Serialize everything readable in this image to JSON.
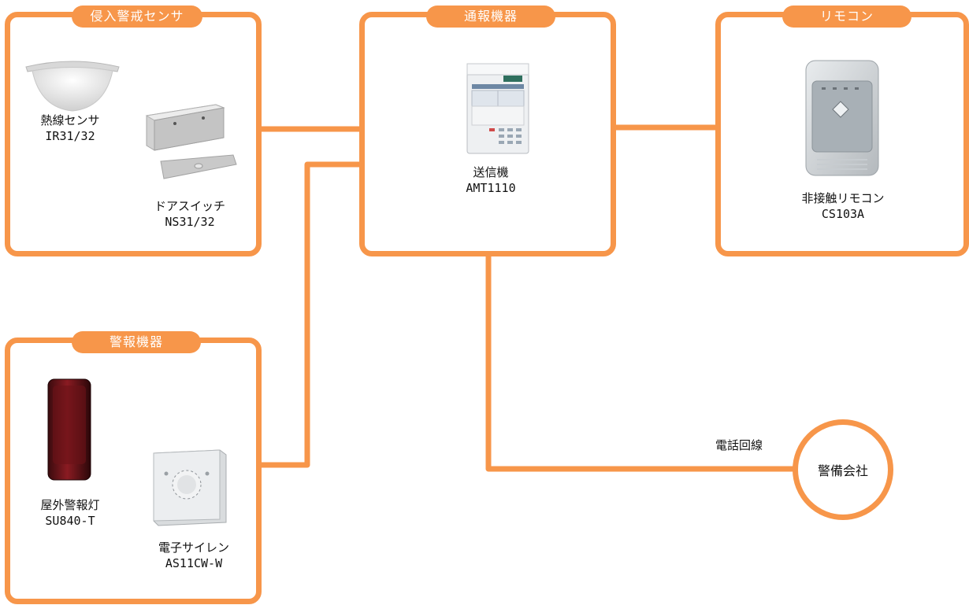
{
  "colors": {
    "accent": "#f7964a"
  },
  "panels": {
    "intrusion": {
      "title": "侵入警戒センサ",
      "devices": [
        {
          "name": "熱線センサ",
          "model": "IR31/32",
          "icon": "ceiling-sensor"
        },
        {
          "name": "ドアスイッチ",
          "model": "NS31/32",
          "icon": "door-switch"
        }
      ]
    },
    "communication": {
      "title": "通報機器",
      "devices": [
        {
          "name": "送信機",
          "model": "AMT1110",
          "icon": "transmitter-panel"
        }
      ]
    },
    "remote": {
      "title": "リモコン",
      "devices": [
        {
          "name": "非接触リモコン",
          "model": "CS103A",
          "icon": "contactless-reader"
        }
      ]
    },
    "alarm": {
      "title": "警報機器",
      "devices": [
        {
          "name": "屋外警報灯",
          "model": "SU840-T",
          "icon": "warning-light"
        },
        {
          "name": "電子サイレン",
          "model": "AS11CW-W",
          "icon": "siren-box"
        }
      ]
    }
  },
  "line_label": "電話回線",
  "security_company": "警備会社"
}
